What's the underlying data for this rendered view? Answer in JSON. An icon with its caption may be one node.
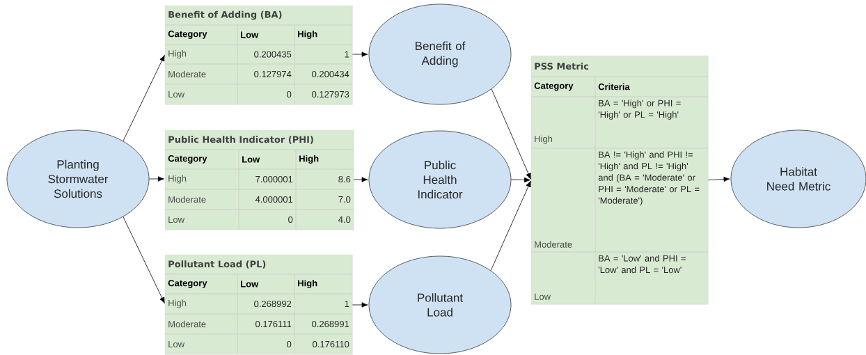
{
  "diagram": {
    "nodes": [
      {
        "text": [
          "Planting Stormwater Solutions"
        ]
      },
      {
        "text": [
          "Benefit of Adding (BA)",
          "Category",
          "Low",
          "High",
          "High",
          "0.200435",
          "1",
          "Moderate",
          "0.127974",
          "0.200434",
          "Low",
          "0",
          "0.127973"
        ]
      },
      {
        "text": [
          "Public Health Indicator (PHI)",
          "Category",
          "Low",
          "High",
          "High",
          "7.000001",
          "8.6",
          "Moderate",
          "4.000001",
          "7.0",
          "Low",
          "0",
          "4.0"
        ]
      },
      {
        "text": [
          "Pollutant Load (PL)",
          "Category",
          "Low",
          "High",
          "High",
          "0.268992",
          "1",
          "Moderate",
          "0.176111",
          "0.268991",
          "Low",
          "0",
          "0.176110"
        ]
      },
      {
        "text": [
          "Benefit of Adding"
        ]
      },
      {
        "text": [
          "Public Health Indicator"
        ]
      },
      {
        "text": [
          "Pollutant Load"
        ]
      },
      {
        "text": [
          "PSS Metric",
          "Category",
          "Criteria",
          "High",
          "BA = 'High' or PHI = 'High' or PL = 'High'",
          "Moderate",
          "BA != 'High' and PHI != 'High' and PL != 'High' and (BA = 'Moderate' or PHI = 'Moderate' or PL = 'Moderate')",
          "Low",
          "BA = 'Low' and PHI = 'Low' and PL = 'Low'"
        ]
      },
      {
        "text": [
          "Habitat Need Metric"
        ]
      }
    ],
    "edges": [
      {
        "from": 0,
        "to": 1,
        "arrow": "to"
      },
      {
        "from": 0,
        "to": 2,
        "arrow": "to"
      },
      {
        "from": 0,
        "to": 3,
        "arrow": "to"
      },
      {
        "from": 1,
        "to": 4,
        "arrow": "to"
      },
      {
        "from": 2,
        "to": 5,
        "arrow": "to"
      },
      {
        "from": 3,
        "to": 6,
        "arrow": "to"
      },
      {
        "from": 4,
        "to": 7,
        "arrow": "to"
      },
      {
        "from": 5,
        "to": 7,
        "arrow": "to"
      },
      {
        "from": 6,
        "to": 7,
        "arrow": "to"
      },
      {
        "from": 7,
        "to": 8,
        "arrow": "to"
      }
    ]
  }
}
